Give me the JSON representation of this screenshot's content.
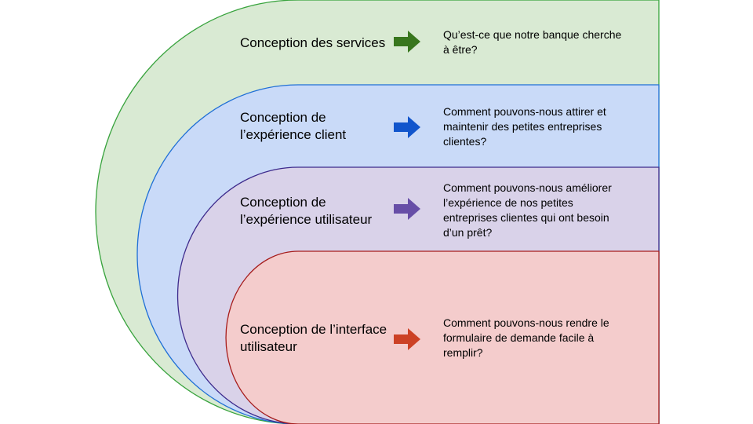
{
  "layers": [
    {
      "id": "services",
      "title_lines": [
        "Conception des services"
      ],
      "question_lines": [
        "Qu’est-ce que notre banque cherche",
        "à être?"
      ],
      "fill": "#d9ead3",
      "stroke": "#38a33d",
      "arrow_color": "#38761d"
    },
    {
      "id": "customer-experience",
      "title_lines": [
        "Conception de",
        "l’expérience client"
      ],
      "question_lines": [
        "Comment pouvons-nous attirer et",
        "maintenir des petites entreprises",
        "clientes?"
      ],
      "fill": "#c9daf8",
      "stroke": "#1f6fd6",
      "arrow_color": "#1155cc"
    },
    {
      "id": "user-experience",
      "title_lines": [
        "Conception de",
        "l’expérience utilisateur"
      ],
      "question_lines": [
        "Comment pouvons-nous améliorer",
        "l’expérience de nos petites",
        "entreprises clientes qui ont besoin",
        "d’un prêt?"
      ],
      "fill": "#d9d2e9",
      "stroke": "#3d2a8c",
      "arrow_color": "#674ea7"
    },
    {
      "id": "user-interface",
      "title_lines": [
        "Conception de l’interface",
        "utilisateur"
      ],
      "question_lines": [
        "Comment pouvons-nous rendre le",
        "formulaire de demande facile à",
        "remplir?"
      ],
      "fill": "#f4cccc",
      "stroke": "#a61c1c",
      "arrow_color": "#cc4125"
    }
  ]
}
